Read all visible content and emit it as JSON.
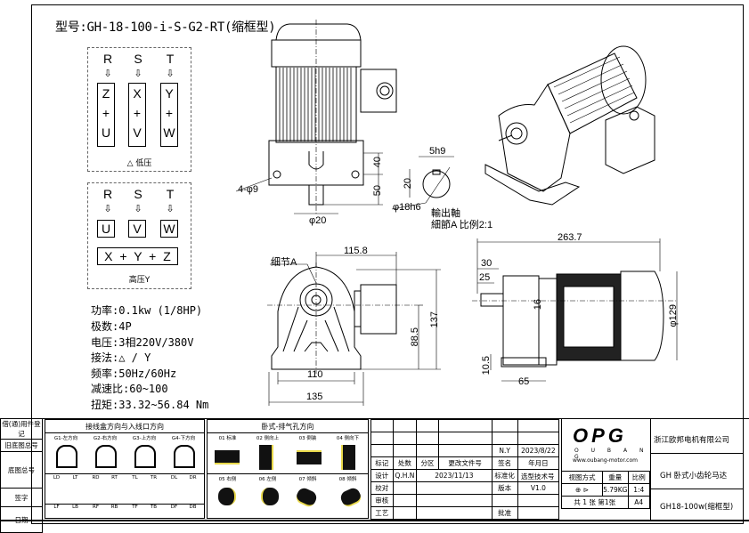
{
  "title": "型号:GH-18-100-i-S-G2-RT(缩框型)",
  "wiring": {
    "low_voltage": {
      "terminals": [
        "R",
        "S",
        "T"
      ],
      "arrow": "⇩",
      "boxes": [
        [
          "Z",
          "+",
          "U"
        ],
        [
          "X",
          "+",
          "V"
        ],
        [
          "Y",
          "+",
          "W"
        ]
      ],
      "label": "△ 低压"
    },
    "high_voltage": {
      "terminals": [
        "R",
        "S",
        "T"
      ],
      "arrow": "⇩",
      "boxes": [
        "U",
        "V",
        "W"
      ],
      "bridge": "X + Y + Z",
      "label": "高压Y"
    }
  },
  "specs": [
    "功率:0.1kw (1/8HP)",
    "极数:4P",
    "电压:3相220V/380V",
    "接法:△ / Y",
    "频率:50Hz/60Hz",
    "减速比:60~100",
    "扭矩:33.32~56.84 Nm"
  ],
  "dimensions": {
    "top_view": {
      "mount_holes": "4-φ9",
      "h40": "40",
      "h50": "50",
      "shaft_dia": "φ20"
    },
    "detail_a": {
      "key": "5h9",
      "height": "20",
      "shaft": "φ18h6",
      "label1": "輸出軸",
      "label2": "細節A 比例2:1"
    },
    "front_view": {
      "detail_label": "细节A",
      "w115": "115.8",
      "h137": "137",
      "h88": "88.5",
      "w110": "110",
      "w135": "135"
    },
    "side_view": {
      "length": "263.7",
      "d30": "30",
      "d25": "25",
      "d16": "16",
      "dia129": "φ129",
      "h10": "10.5",
      "w65": "65"
    }
  },
  "title_block": {
    "left_labels": [
      "借(通)用件登记",
      "旧底图总号",
      "底图总号",
      "签字",
      "日期"
    ],
    "junction_box": {
      "header": "接线盒方向与入线口方向",
      "options": [
        "G1-左方向",
        "G2-右方向",
        "G3-上方向",
        "G4-下方向"
      ],
      "codes_row1": [
        "LD",
        "LT",
        "RD",
        "RT",
        "TL",
        "TR",
        "DL",
        "DR"
      ],
      "codes_row2": [
        "LF",
        "LB",
        "RF",
        "RB",
        "TF",
        "TB",
        "DF",
        "DB"
      ]
    },
    "vent": {
      "header": "卧式-排气孔方向",
      "options_row1": [
        "01 标准",
        "02 侧向上",
        "03 倒装",
        "04 侧向下"
      ],
      "options_row2": [
        "05 右侧",
        "06 左侧",
        "07 倾斜",
        "08 倾斜"
      ]
    },
    "revision": {
      "signer": "N.Y",
      "date": "2023/8/22",
      "headers": [
        "标记",
        "处数",
        "分区",
        "更改文件号",
        "签名",
        "年月日"
      ],
      "design_label": "设计",
      "designer": "Q.H.N",
      "design_date": "2023/11/13",
      "standard_label": "标准化",
      "check_label": "校对",
      "version_label": "版本",
      "version": "V1.0",
      "review_label": "审核",
      "process_label": "工艺",
      "approve_label": "批准",
      "tech_no_label": "选型技术号"
    },
    "company": {
      "logo": "OPG",
      "logo_sub": "O U B A N G",
      "website": "www.oubang-motor.com",
      "name": "浙江欧邦电机有限公司",
      "product": "GH 卧式小齿轮马达",
      "model": "GH18-100w(缩框型)",
      "view_label": "视图方式",
      "weight_label": "重量",
      "scale_label": "比例",
      "weight": "5.79KG",
      "scale": "1:4",
      "sheets": "共 1 张 第1张",
      "paper": "A4"
    }
  },
  "colors": {
    "line": "#000000",
    "accent": "#e8d84a"
  }
}
